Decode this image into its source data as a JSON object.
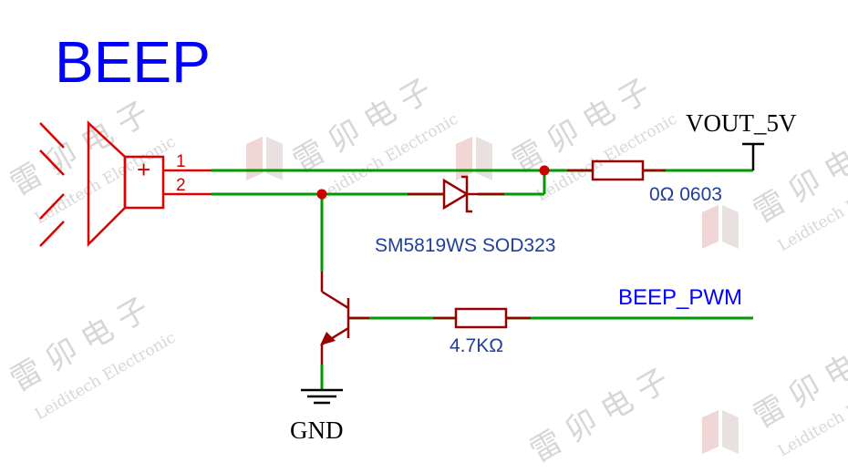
{
  "title": "BEEP",
  "pins": {
    "pin1": "1",
    "pin2": "2",
    "plus": "+"
  },
  "resistor_r1": {
    "value": "0Ω 0603"
  },
  "resistor_r2": {
    "value": "4.7KΩ"
  },
  "diode": {
    "label": "SM5819WS SOD323"
  },
  "nets": {
    "vout": "VOUT_5V",
    "pwm": "BEEP_PWM",
    "gnd": "GND"
  },
  "watermark": {
    "brand_cn": "雷 卯 电 子",
    "brand_en": "Leiditech Electronic"
  },
  "colors": {
    "wire": "#009900",
    "component": "#990000",
    "buzzer": "#dd0000",
    "title": "#0000ff",
    "label": "#1f3f9a",
    "junction": "#cc0000"
  }
}
